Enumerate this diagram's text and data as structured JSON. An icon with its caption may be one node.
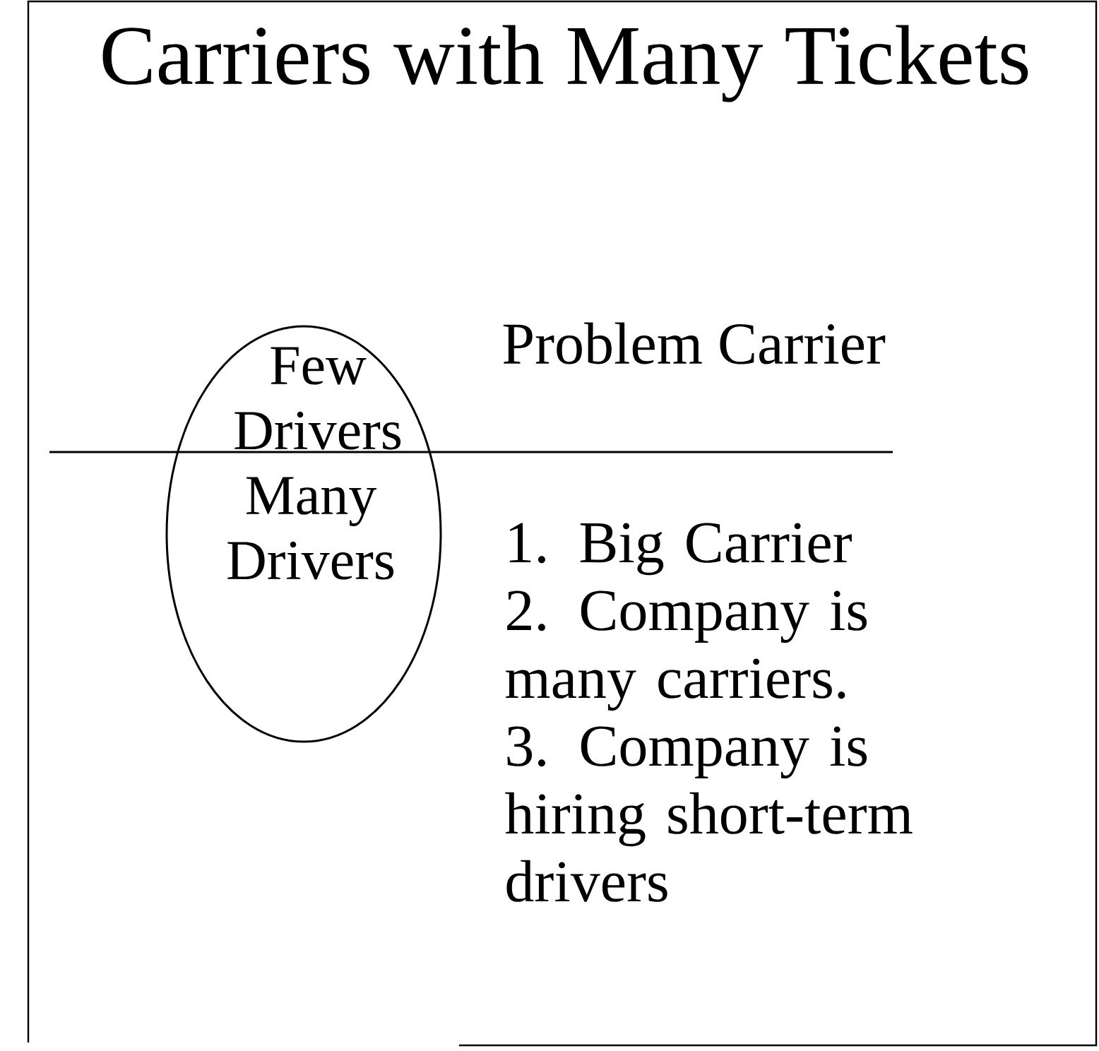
{
  "diagram": {
    "title": "Carriers with Many Tickets",
    "nodes": [
      {
        "text": [
          "Few Drivers",
          "Many Drivers"
        ]
      }
    ],
    "labels": [
      "Problem Carrier",
      "1.  Big Carrier",
      "2.  Company is many carriers.",
      "3.  Company is hiring short-term drivers"
    ]
  }
}
